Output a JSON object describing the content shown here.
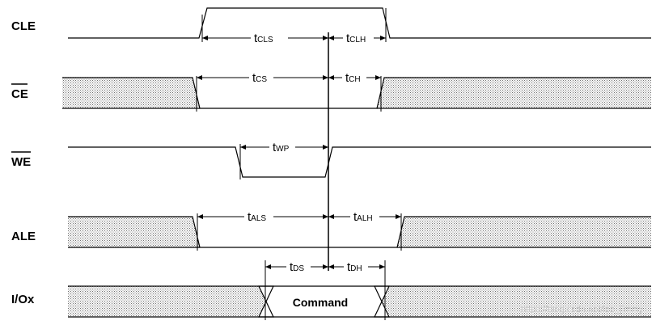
{
  "signals": {
    "cle": "CLE",
    "ce": "CE",
    "we": "WE",
    "ale": "ALE",
    "io": "I/Ox"
  },
  "timings": {
    "tcls": {
      "main": "t",
      "sub": "CLS"
    },
    "tclh": {
      "main": "t",
      "sub": "CLH"
    },
    "tcs": {
      "main": "t",
      "sub": "CS"
    },
    "tch": {
      "main": "t",
      "sub": "CH"
    },
    "twp": {
      "main": "t",
      "sub": "WP"
    },
    "tals": {
      "main": "t",
      "sub": "ALS"
    },
    "talh": {
      "main": "t",
      "sub": "ALH"
    },
    "tds": {
      "main": "t",
      "sub": "DS"
    },
    "tdh": {
      "main": "t",
      "sub": "DH"
    }
  },
  "bus": {
    "command": "Command"
  },
  "watermark": "https://blog.csdn.net/lee_jimmy"
}
